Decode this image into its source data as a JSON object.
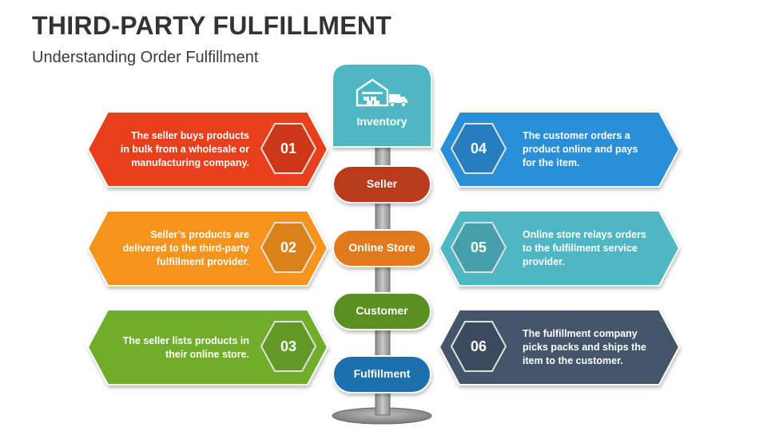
{
  "title": "THIRD-PARTY FULFILLMENT",
  "subtitle": "Understanding Order Fulfillment",
  "inventory": {
    "label": "Inventory",
    "icon": "warehouse-truck-icon",
    "color": "#4fb6c4"
  },
  "pills": [
    {
      "label": "Seller",
      "color": "#b83a1b"
    },
    {
      "label": "Online Store",
      "color": "#e07a1f"
    },
    {
      "label": "Customer",
      "color": "#5a8f23"
    },
    {
      "label": "Fulfillment",
      "color": "#1f6fae"
    }
  ],
  "steps": [
    {
      "number": "01",
      "text": "The seller buys products in bulk from a wholesale or manufacturing company.",
      "color": "#e8401c"
    },
    {
      "number": "02",
      "text": "Seller’s products are delivered to the third-party fulfillment provider.",
      "color": "#f7941d"
    },
    {
      "number": "03",
      "text": "The seller lists products in their online store.",
      "color": "#6fae2c"
    },
    {
      "number": "04",
      "text": "The customer orders a product online and pays for the item.",
      "color": "#2b8fd9"
    },
    {
      "number": "05",
      "text": "Online store relays orders to the fulfillment service provider.",
      "color": "#4fb6c4"
    },
    {
      "number": "06",
      "text": "The fulfillment company picks packs and ships the item to the customer.",
      "color": "#44546a"
    }
  ]
}
